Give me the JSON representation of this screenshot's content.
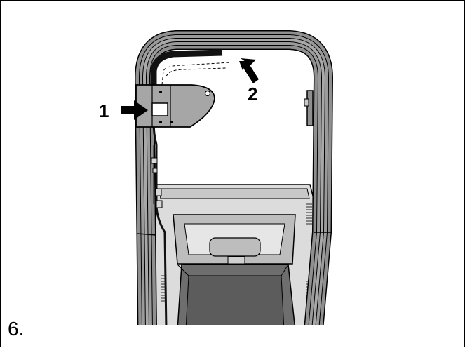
{
  "figure": {
    "step_label": "6.",
    "callouts": [
      {
        "label": "1"
      },
      {
        "label": "2"
      }
    ]
  },
  "colors": {
    "handle": "#8f8f8f",
    "handle_dark": "#555555",
    "deck": "#d9d9d9",
    "deck_inner": "#bfbfbf",
    "catcher": "#6e6e6e",
    "bracket": "#a6a6a6",
    "cable": "#111111"
  }
}
